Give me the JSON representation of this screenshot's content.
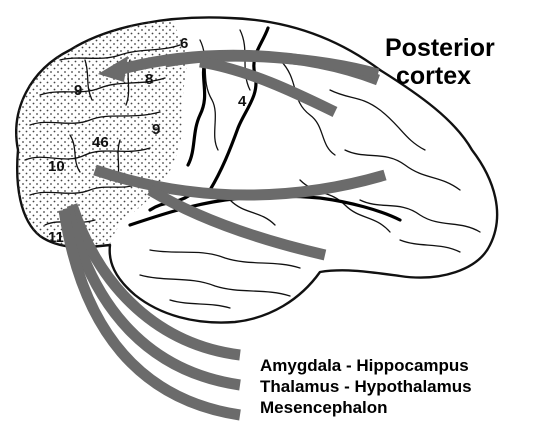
{
  "title": "Posterior cortex",
  "title_lines": [
    "Posterior",
    "cortex"
  ],
  "areas": [
    "6",
    "9",
    "8",
    "4",
    "46",
    "9",
    "10",
    "11"
  ],
  "targets": {
    "line1": "Amygdala - Hippocampus",
    "line2": "Thalamus - Hypothalamus",
    "line3": "Mesencephalon"
  },
  "colors": {
    "pathway": "#6b6b6b",
    "outline": "#111111",
    "dots": "#444444",
    "background": "#ffffff"
  }
}
